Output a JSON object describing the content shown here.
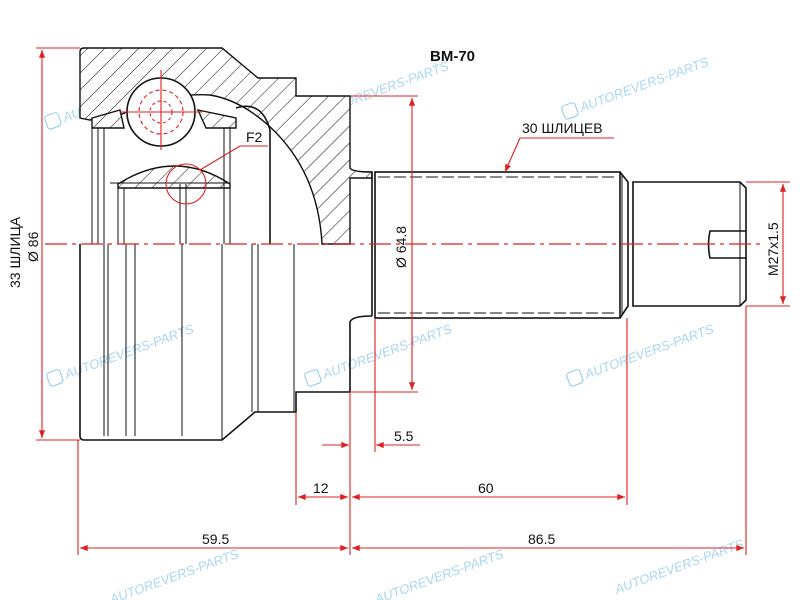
{
  "title": "BM-70",
  "labels": {
    "splines_outer": "33 ШЛИЦА",
    "outer_diameter": "Ø 86",
    "flange_diameter": "Ø 64.8",
    "splines_shaft": "30 ШЛИЦЕВ",
    "thread": "M27x1.5",
    "callout": "F2"
  },
  "dimensions": {
    "neck": "5.5",
    "flange_len": "12",
    "shaft_len": "60",
    "body_len": "59.5",
    "total_right": "86.5"
  },
  "watermark": "AUTOREVERS-PARTS",
  "colors": {
    "dimension": "#e02020",
    "outline": "#111111",
    "watermark": "#8ec9ec"
  }
}
